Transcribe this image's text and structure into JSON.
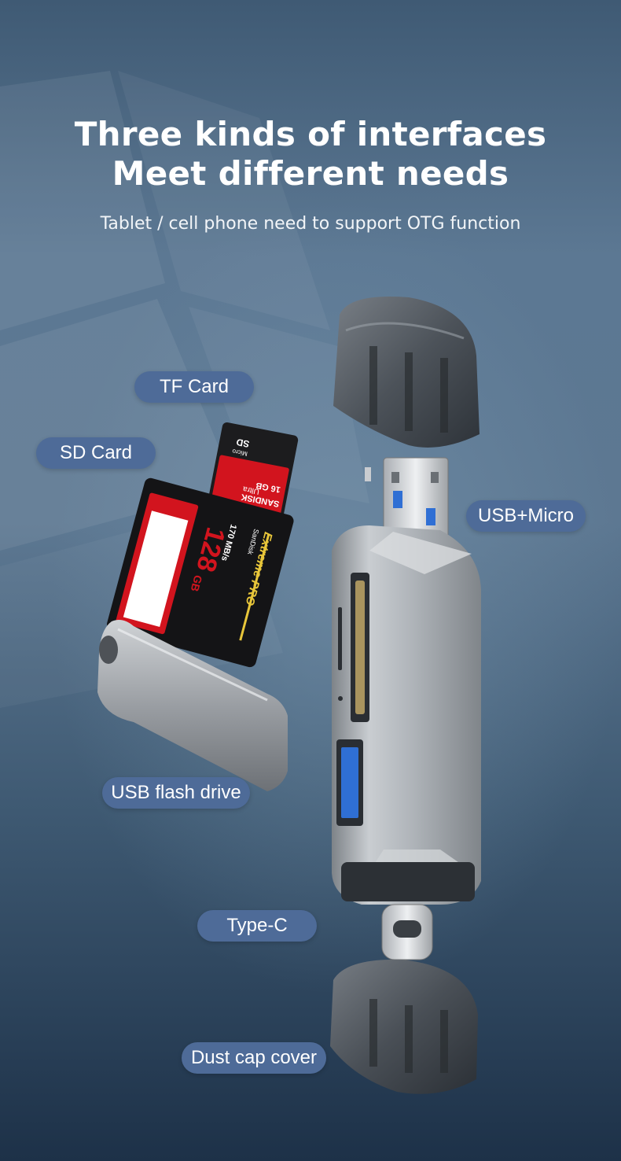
{
  "headline": {
    "line1": "Three kinds of interfaces",
    "line2": "Meet different needs",
    "subtitle": "Tablet / cell phone need to support OTG function"
  },
  "labels": {
    "tf_card": "TF Card",
    "sd_card": "SD Card",
    "usb_micro": "USB+Micro",
    "usb_flash_drive": "USB flash drive",
    "type_c": "Type-C",
    "dust_cap": "Dust cap cover"
  },
  "sd_card_print": {
    "brand": "SanDisk",
    "capacity": "128",
    "unit": "GB",
    "speed": "170 MB/s",
    "line": "Extreme PRO",
    "small_brand": "SanDisk"
  },
  "tf_card_print": {
    "capacity": "16 GB",
    "brand": "SANDISK",
    "line": "Ultra",
    "type": "Micro",
    "sd": "SD"
  },
  "colors": {
    "pill": "#4e6b98",
    "background_top": "#3f5a74",
    "background_bottom": "#1d3148",
    "card_red": "#d2141e",
    "metal": "#b8bcc0"
  }
}
